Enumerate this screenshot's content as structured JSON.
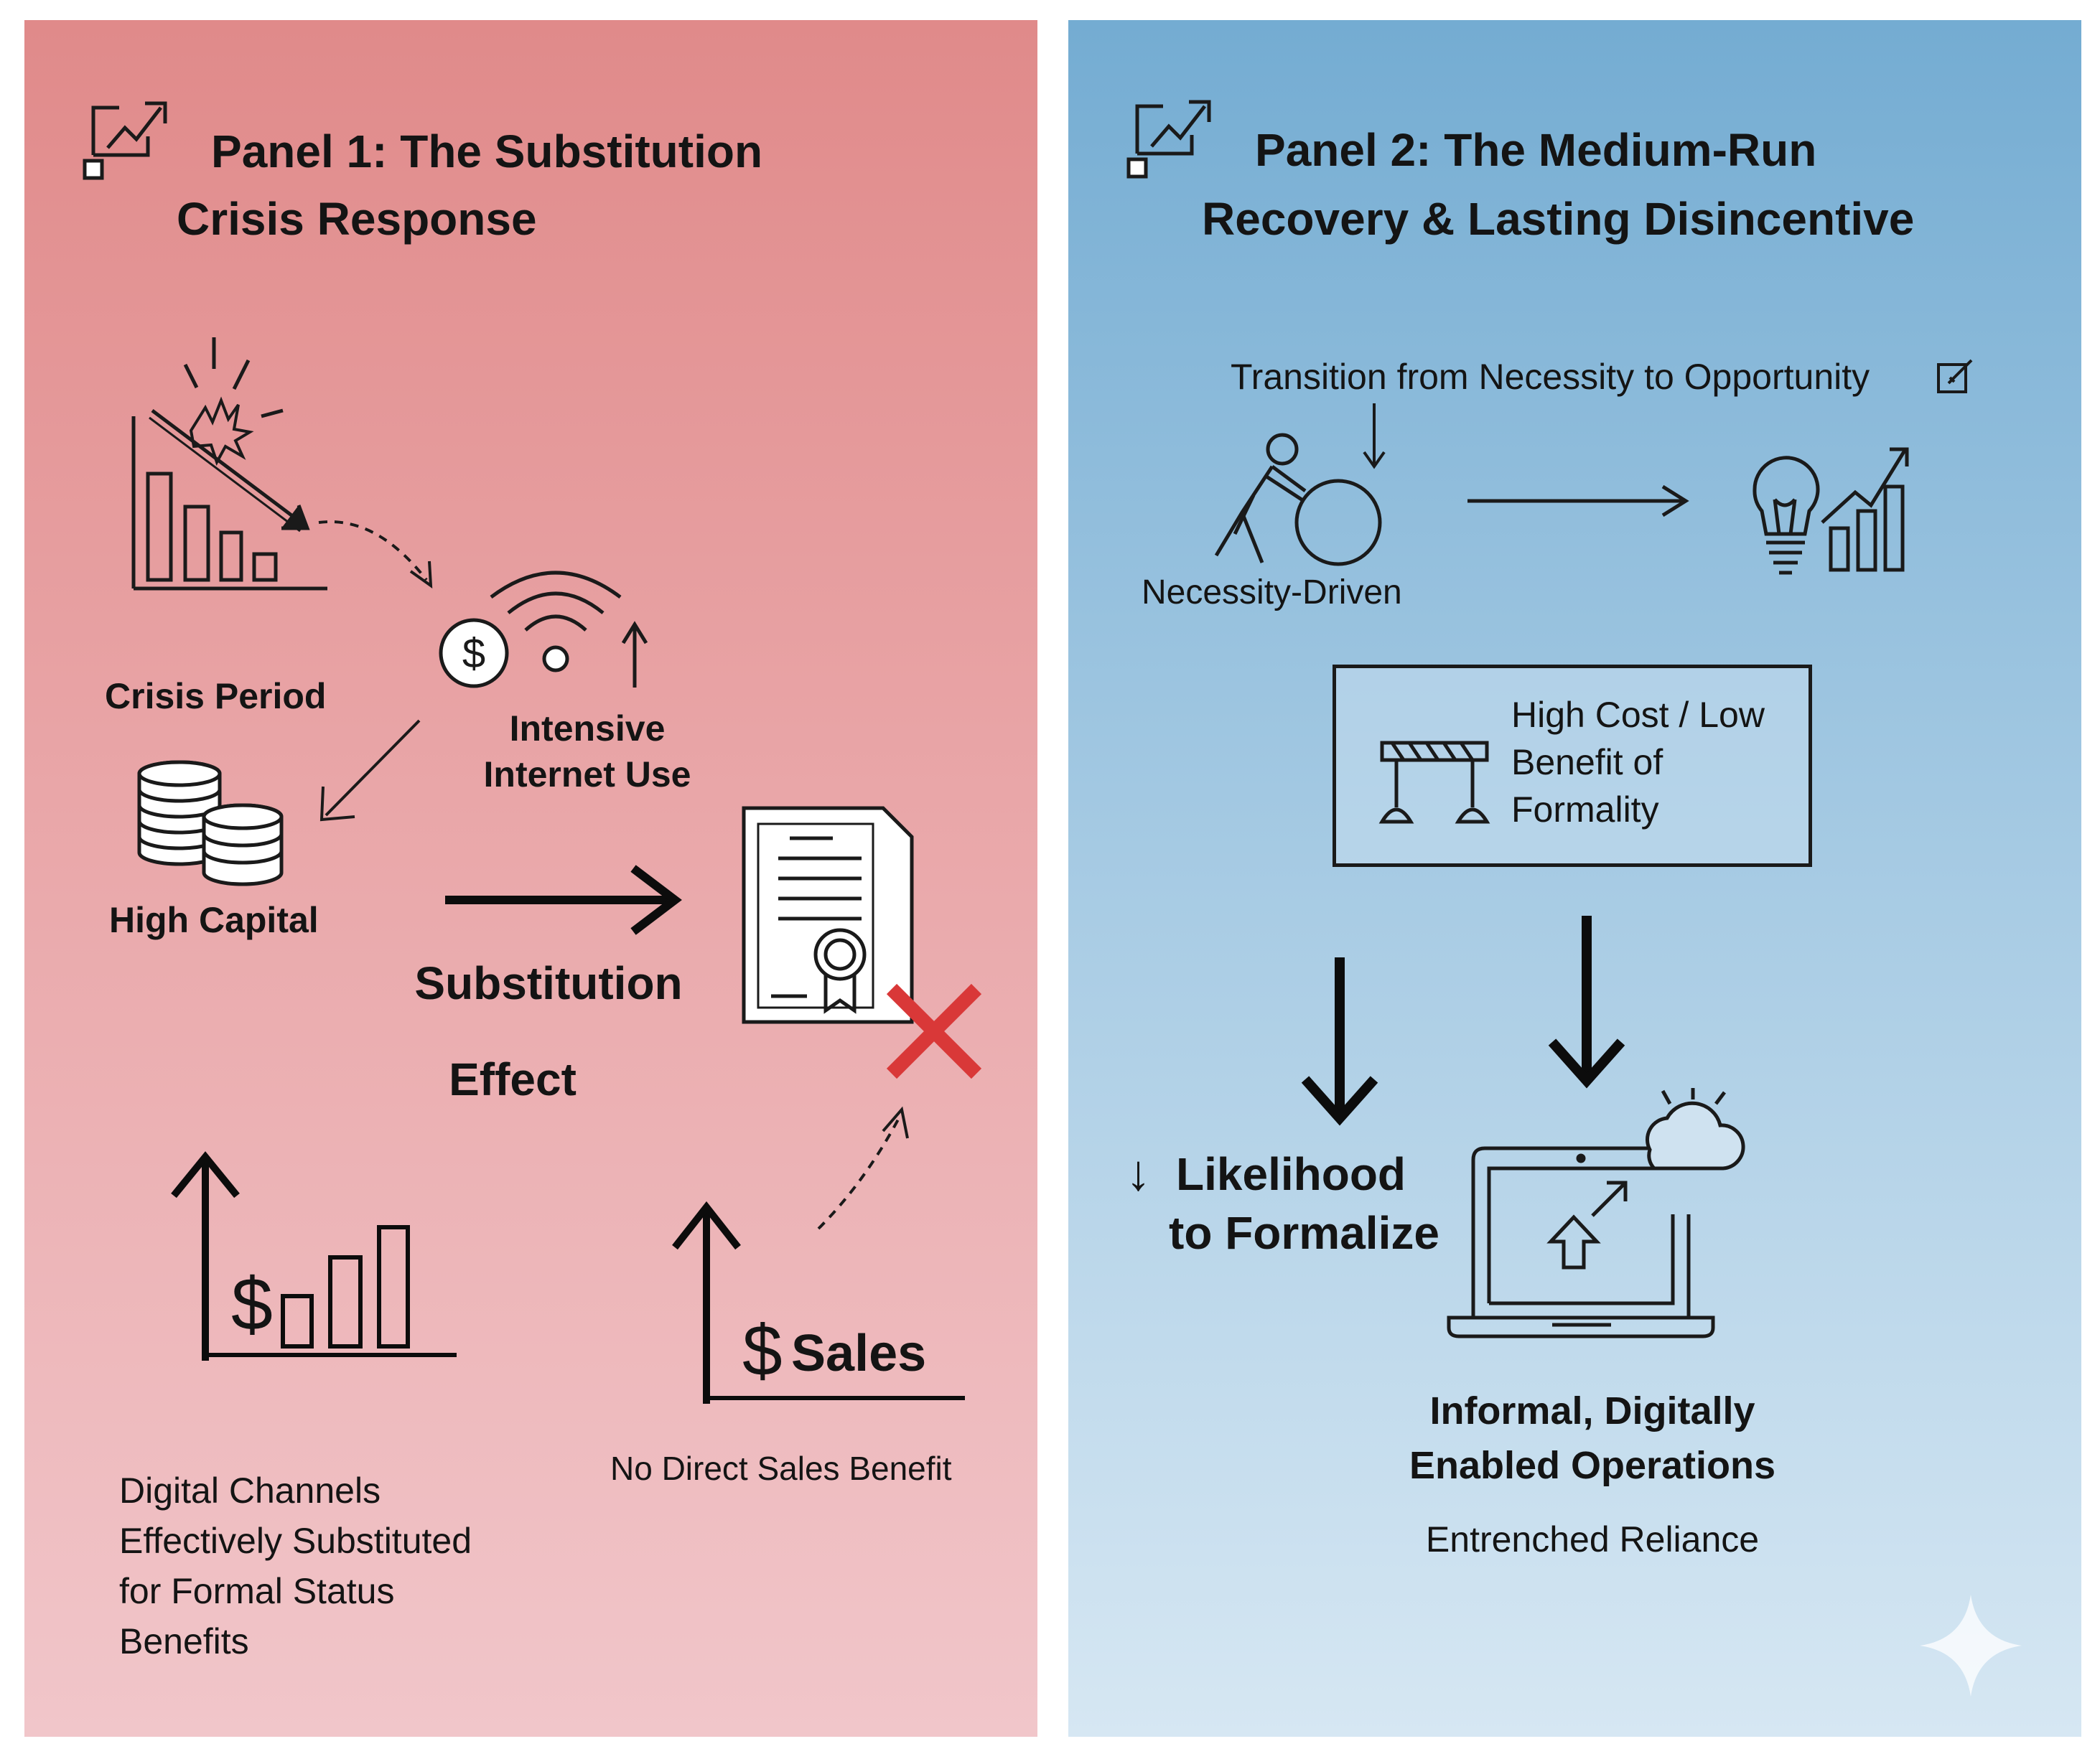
{
  "panel1": {
    "title_line1": "Panel 1: The Substitution",
    "title_line2": "Crisis Response",
    "crisis_label": "Crisis Period",
    "internet_line1": "Intensive",
    "internet_line2": "Internet Use",
    "capital_label": "High Capital",
    "substitution_line1": "Substitution",
    "substitution_line2": "Effect",
    "sales_currency": "$",
    "sales_label": "Sales",
    "no_sales_label": "No Direct Sales Benefit",
    "chart_currency": "$",
    "footer_lines": [
      "Digital Channels",
      "Effectively Substituted",
      "for Formal Status",
      "Benefits"
    ],
    "accent_color": "#d93838"
  },
  "panel2": {
    "title_line1": "Panel 2: The Medium-Run",
    "title_line2": "Recovery & Lasting Disincentive",
    "transition_label": "Transition from Necessity to Opportunity",
    "necessity_label": "Necessity-Driven",
    "barrier_lines": [
      "High Cost / Low",
      "Benefit of",
      "Formality"
    ],
    "likelihood_arrow": "↓",
    "likelihood_line1": "Likelihood",
    "likelihood_line2": "to Formalize",
    "informal_line1": "Informal, Digitally",
    "informal_line2": "Enabled Operations",
    "entrenched_label": "Entrenched Reliance"
  }
}
